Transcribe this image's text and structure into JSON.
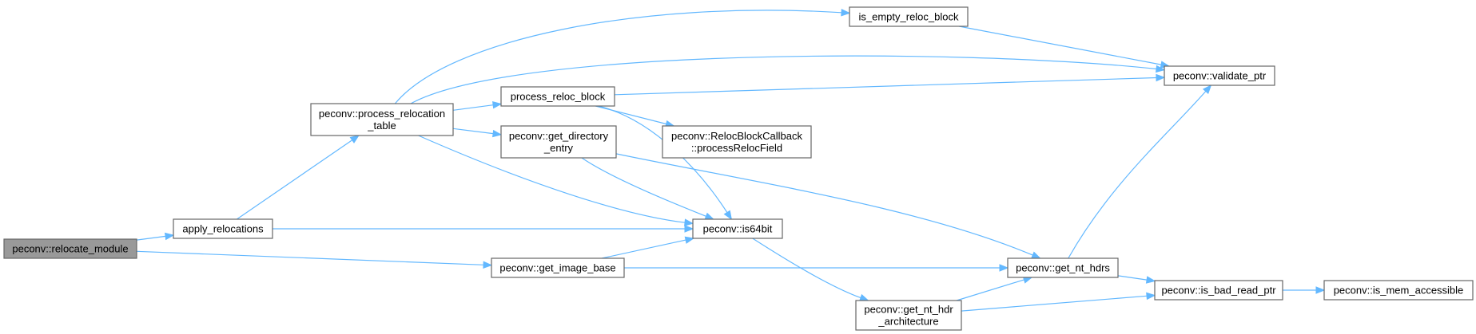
{
  "graph": {
    "edge_color": "#63b8ff",
    "node_border": "#666666",
    "root_fill": "#999999",
    "nodes": [
      {
        "id": "relocate_module",
        "lines": [
          "peconv::relocate_module"
        ],
        "root": true
      },
      {
        "id": "apply_relocations",
        "lines": [
          "apply_relocations"
        ]
      },
      {
        "id": "get_image_base",
        "lines": [
          "peconv::get_image_base"
        ]
      },
      {
        "id": "process_relocation_table",
        "lines": [
          "peconv::process_relocation",
          "_table"
        ]
      },
      {
        "id": "is64bit",
        "lines": [
          "peconv::is64bit"
        ]
      },
      {
        "id": "process_reloc_block",
        "lines": [
          "process_reloc_block"
        ]
      },
      {
        "id": "get_directory_entry",
        "lines": [
          "peconv::get_directory",
          "_entry"
        ]
      },
      {
        "id": "is_empty_reloc_block",
        "lines": [
          "is_empty_reloc_block"
        ]
      },
      {
        "id": "validate_ptr",
        "lines": [
          "peconv::validate_ptr"
        ]
      },
      {
        "id": "processRelocField",
        "lines": [
          "peconv::RelocBlockCallback",
          "::processRelocField"
        ]
      },
      {
        "id": "get_nt_hdr_architecture",
        "lines": [
          "peconv::get_nt_hdr",
          "_architecture"
        ]
      },
      {
        "id": "get_nt_hdrs",
        "lines": [
          "peconv::get_nt_hdrs"
        ]
      },
      {
        "id": "is_bad_read_ptr",
        "lines": [
          "peconv::is_bad_read_ptr"
        ]
      },
      {
        "id": "is_mem_accessible",
        "lines": [
          "peconv::is_mem_accessible"
        ]
      }
    ],
    "edges": [
      {
        "from": "relocate_module",
        "to": "apply_relocations"
      },
      {
        "from": "relocate_module",
        "to": "get_image_base"
      },
      {
        "from": "apply_relocations",
        "to": "process_relocation_table"
      },
      {
        "from": "apply_relocations",
        "to": "is64bit"
      },
      {
        "from": "process_relocation_table",
        "to": "is_empty_reloc_block"
      },
      {
        "from": "process_relocation_table",
        "to": "validate_ptr"
      },
      {
        "from": "process_relocation_table",
        "to": "process_reloc_block"
      },
      {
        "from": "process_relocation_table",
        "to": "get_directory_entry"
      },
      {
        "from": "process_relocation_table",
        "to": "is64bit"
      },
      {
        "from": "process_reloc_block",
        "to": "validate_ptr"
      },
      {
        "from": "process_reloc_block",
        "to": "processRelocField"
      },
      {
        "from": "process_reloc_block",
        "to": "is64bit"
      },
      {
        "from": "get_directory_entry",
        "to": "is64bit"
      },
      {
        "from": "get_directory_entry",
        "to": "get_nt_hdrs"
      },
      {
        "from": "is_empty_reloc_block",
        "to": "validate_ptr"
      },
      {
        "from": "get_image_base",
        "to": "is64bit"
      },
      {
        "from": "get_image_base",
        "to": "get_nt_hdrs"
      },
      {
        "from": "is64bit",
        "to": "get_nt_hdr_architecture"
      },
      {
        "from": "get_nt_hdr_architecture",
        "to": "get_nt_hdrs"
      },
      {
        "from": "get_nt_hdr_architecture",
        "to": "is_bad_read_ptr"
      },
      {
        "from": "get_nt_hdrs",
        "to": "validate_ptr"
      },
      {
        "from": "get_nt_hdrs",
        "to": "is_bad_read_ptr"
      },
      {
        "from": "is_bad_read_ptr",
        "to": "is_mem_accessible"
      }
    ]
  }
}
